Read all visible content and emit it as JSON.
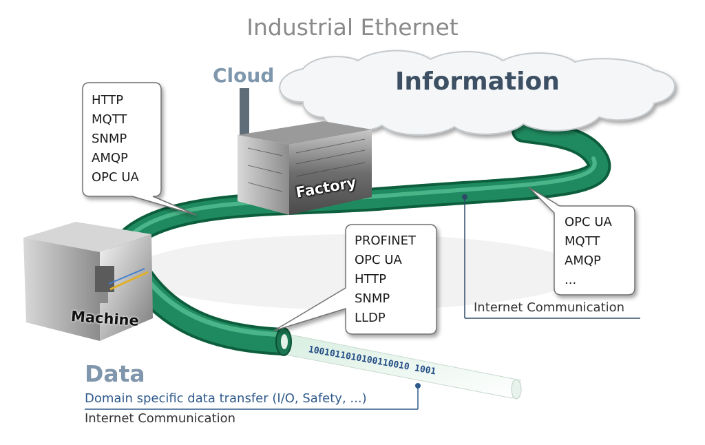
{
  "title": "Industrial Ethernet",
  "cloud": {
    "label": "Cloud",
    "text": "Information"
  },
  "factory": {
    "label": "Factory"
  },
  "machine": {
    "label": "Machine"
  },
  "bubbles": {
    "top_left": [
      "HTTP",
      "MQTT",
      "SNMP",
      "AMQP",
      "OPC UA"
    ],
    "middle": [
      "PROFINET",
      "OPC UA",
      "HTTP",
      "SNMP",
      "LLDP"
    ],
    "right": [
      "OPC UA",
      "MQTT",
      "AMQP",
      "..."
    ]
  },
  "right_caption": "Internet Communication",
  "data": {
    "title": "Data",
    "subtitle": "Domain specific data transfer (I/O, Safety, ...)",
    "caption": "Internet Communication",
    "binary": "1001011010100110010 1001"
  },
  "colors": {
    "cable": "#1f8a5f",
    "cable_dark": "#0c5e3c",
    "cable_light": "#5cc79a",
    "accent": "#2f5a8c"
  }
}
